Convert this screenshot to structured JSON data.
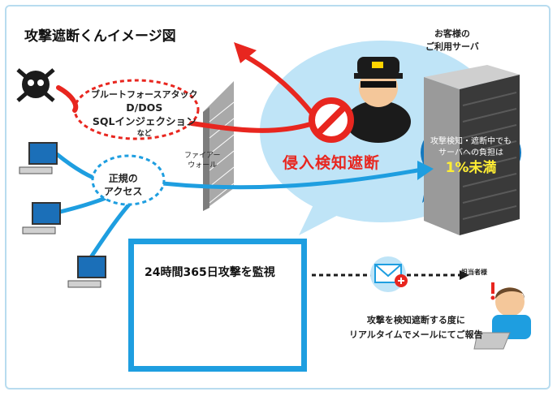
{
  "title": "攻撃遮断くんイメージ図",
  "server_label": [
    "お客様の",
    "ご利用サーバ"
  ],
  "attack_bubble": {
    "lines": [
      "ブルートフォースアタック",
      "D/DOS",
      "SQLインジェクション"
    ],
    "note": "など"
  },
  "firewall_label": [
    "ファイアー",
    "ウォール"
  ],
  "legit_access_label": [
    "正規の",
    "アクセス"
  ],
  "intrusion_label": "侵入検知遮断",
  "server_load_note": {
    "lines": [
      "攻撃検知・遮断中でも",
      "サーバへの負担は"
    ],
    "highlight": "1%未満"
  },
  "monitoring_label": "24時間365日攻撃を監視",
  "notification_text": [
    "攻撃を検知遮断する度に",
    "リアルタイムでメールにてご報告"
  ],
  "admin_label": "担当者様",
  "colors": {
    "attack_red": "#e8261f",
    "access_blue": "#1e9ee0",
    "bubble_blue": "#bfe4f7",
    "frame_border": "#b8dcef"
  },
  "icons": [
    "skull-pirate-icon",
    "computer-icon",
    "firewall-icon",
    "security-guard-icon",
    "prohibition-icon",
    "server-rack-icon",
    "guard-camera-icon",
    "mail-icon",
    "person-at-laptop-icon",
    "alert-icon"
  ]
}
